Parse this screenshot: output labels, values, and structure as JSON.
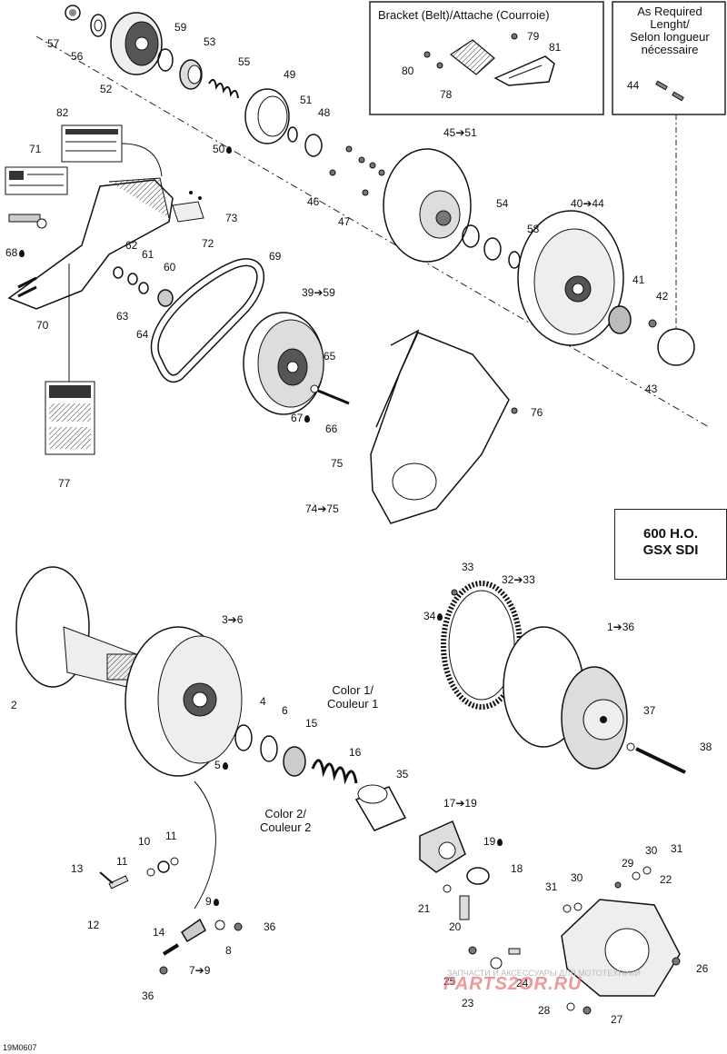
{
  "diagram_id": "19M0607",
  "model_box": {
    "line1": "600 H.O.",
    "line2": "GSX SDI"
  },
  "bracket_box": {
    "title": "Bracket (Belt)/Attache (Courroie)"
  },
  "as_required_box": {
    "line1": "As Required",
    "line2": "Lenght/",
    "line3": "Selon longueur",
    "line4": "nécessaire"
  },
  "color_notes": {
    "color1_line1": "Color 1/",
    "color1_line2": "Couleur 1",
    "color2_line1": "Color 2/",
    "color2_line2": "Couleur 2"
  },
  "watermark": {
    "text": "PARTS2OR.RU",
    "subtext": "ЗАПЧАСТИ И АКСЕССУАРЫ ДЛЯ МОТОТЕХНИКИ"
  },
  "callouts": [
    {
      "id": "c57",
      "text": "57",
      "drop": false
    },
    {
      "id": "c56",
      "text": "56",
      "drop": false
    },
    {
      "id": "c52",
      "text": "52",
      "drop": false
    },
    {
      "id": "c59",
      "text": "59",
      "drop": false
    },
    {
      "id": "c53",
      "text": "53",
      "drop": false
    },
    {
      "id": "c55",
      "text": "55",
      "drop": false
    },
    {
      "id": "c49",
      "text": "49",
      "drop": false
    },
    {
      "id": "c51a",
      "text": "51",
      "drop": false
    },
    {
      "id": "c48",
      "text": "48",
      "drop": false
    },
    {
      "id": "c50",
      "text": "50",
      "drop": true
    },
    {
      "id": "c79",
      "text": "79",
      "drop": false
    },
    {
      "id": "c81",
      "text": "81",
      "drop": false
    },
    {
      "id": "c80",
      "text": "80",
      "drop": false
    },
    {
      "id": "c78",
      "text": "78",
      "drop": false
    },
    {
      "id": "c44",
      "text": "44",
      "drop": false
    },
    {
      "id": "c82",
      "text": "82",
      "drop": false
    },
    {
      "id": "c71",
      "text": "71",
      "drop": false
    },
    {
      "id": "c68",
      "text": "68",
      "drop": true
    },
    {
      "id": "c73",
      "text": "73",
      "drop": false
    },
    {
      "id": "c72",
      "text": "72",
      "drop": false
    },
    {
      "id": "c62",
      "text": "62",
      "drop": false
    },
    {
      "id": "c61",
      "text": "61",
      "drop": false
    },
    {
      "id": "c60",
      "text": "60",
      "drop": false
    },
    {
      "id": "c63",
      "text": "63",
      "drop": false
    },
    {
      "id": "c64",
      "text": "64",
      "drop": false
    },
    {
      "id": "c70",
      "text": "70",
      "drop": false
    },
    {
      "id": "c69",
      "text": "69",
      "drop": false
    },
    {
      "id": "c45to51",
      "text": "45➔51",
      "drop": false
    },
    {
      "id": "c46",
      "text": "46",
      "drop": false
    },
    {
      "id": "c47",
      "text": "47",
      "drop": false
    },
    {
      "id": "c54",
      "text": "54",
      "drop": false
    },
    {
      "id": "c40to44",
      "text": "40➔44",
      "drop": false
    },
    {
      "id": "c58",
      "text": "58",
      "drop": false
    },
    {
      "id": "c39to59",
      "text": "39➔59",
      "drop": false
    },
    {
      "id": "c41",
      "text": "41",
      "drop": false
    },
    {
      "id": "c42",
      "text": "42",
      "drop": false
    },
    {
      "id": "c43",
      "text": "43",
      "drop": false
    },
    {
      "id": "c65",
      "text": "65",
      "drop": false
    },
    {
      "id": "c67",
      "text": "67",
      "drop": true
    },
    {
      "id": "c66",
      "text": "66",
      "drop": false
    },
    {
      "id": "c76",
      "text": "76",
      "drop": false
    },
    {
      "id": "c77",
      "text": "77",
      "drop": false
    },
    {
      "id": "c75",
      "text": "75",
      "drop": false
    },
    {
      "id": "c74to75",
      "text": "74➔75",
      "drop": false
    },
    {
      "id": "c33",
      "text": "33",
      "drop": false
    },
    {
      "id": "c32to33",
      "text": "32➔33",
      "drop": false
    },
    {
      "id": "c34",
      "text": "34",
      "drop": true
    },
    {
      "id": "c3to6",
      "text": "3➔6",
      "drop": false
    },
    {
      "id": "c1to36",
      "text": "1➔36",
      "drop": false
    },
    {
      "id": "c2",
      "text": "2",
      "drop": false
    },
    {
      "id": "c4",
      "text": "4",
      "drop": false
    },
    {
      "id": "c6",
      "text": "6",
      "drop": false
    },
    {
      "id": "c15",
      "text": "15",
      "drop": false
    },
    {
      "id": "c16",
      "text": "16",
      "drop": false
    },
    {
      "id": "c5",
      "text": "5",
      "drop": true
    },
    {
      "id": "c37",
      "text": "37",
      "drop": false
    },
    {
      "id": "c38",
      "text": "38",
      "drop": false
    },
    {
      "id": "c35",
      "text": "35",
      "drop": false
    },
    {
      "id": "c17to19",
      "text": "17➔19",
      "drop": false
    },
    {
      "id": "c19",
      "text": "19",
      "drop": true
    },
    {
      "id": "c18",
      "text": "18",
      "drop": false
    },
    {
      "id": "c10",
      "text": "10",
      "drop": false
    },
    {
      "id": "c11a",
      "text": "11",
      "drop": false
    },
    {
      "id": "c11b",
      "text": "11",
      "drop": false
    },
    {
      "id": "c13",
      "text": "13",
      "drop": false
    },
    {
      "id": "c12",
      "text": "12",
      "drop": false
    },
    {
      "id": "c9",
      "text": "9",
      "drop": true
    },
    {
      "id": "c36a",
      "text": "36",
      "drop": false
    },
    {
      "id": "c14",
      "text": "14",
      "drop": false
    },
    {
      "id": "c8",
      "text": "8",
      "drop": false
    },
    {
      "id": "c7to9",
      "text": "7➔9",
      "drop": false
    },
    {
      "id": "c36b",
      "text": "36",
      "drop": false
    },
    {
      "id": "c29",
      "text": "29",
      "drop": false
    },
    {
      "id": "c30a",
      "text": "30",
      "drop": false
    },
    {
      "id": "c31a",
      "text": "31",
      "drop": false
    },
    {
      "id": "c22",
      "text": "22",
      "drop": false
    },
    {
      "id": "c31b",
      "text": "31",
      "drop": false
    },
    {
      "id": "c30b",
      "text": "30",
      "drop": false
    },
    {
      "id": "c21",
      "text": "21",
      "drop": false
    },
    {
      "id": "c20",
      "text": "20",
      "drop": false
    },
    {
      "id": "c25",
      "text": "25",
      "drop": false
    },
    {
      "id": "c24",
      "text": "24",
      "drop": false
    },
    {
      "id": "c23",
      "text": "23",
      "drop": false
    },
    {
      "id": "c26",
      "text": "26",
      "drop": false
    },
    {
      "id": "c28",
      "text": "28",
      "drop": false
    },
    {
      "id": "c27",
      "text": "27",
      "drop": false
    }
  ]
}
